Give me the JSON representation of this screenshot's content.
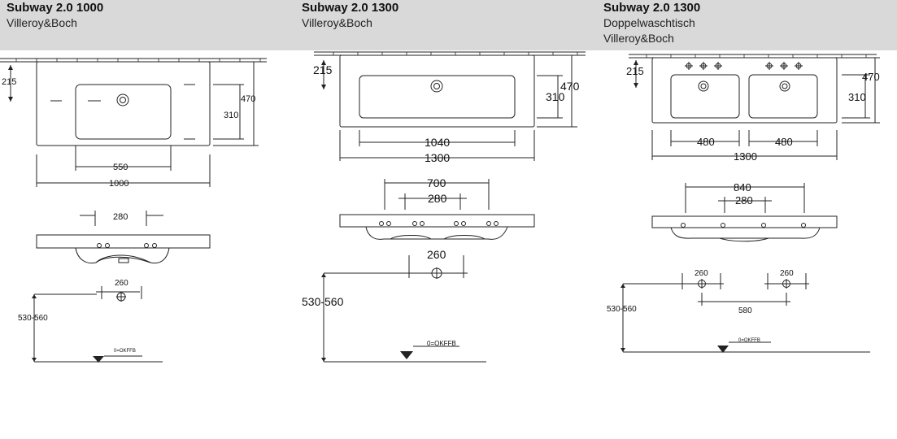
{
  "columns": [
    {
      "title": "Subway 2.0 1000",
      "lines": [
        "Villeroy&Boch"
      ]
    },
    {
      "title": "Subway 2.0 1300",
      "lines": [
        "Villeroy&Boch"
      ]
    },
    {
      "title": "Subway 2.0 1300",
      "lines": [
        "Doppelwaschtisch",
        "Villeroy&Boch"
      ]
    }
  ],
  "drawings": {
    "d1": {
      "d215": "215",
      "d310": "310",
      "d470": "470",
      "d550": "550",
      "d1000": "1000",
      "d280": "280",
      "d260": "260",
      "height": "530-560",
      "floor": "0=OKFFB"
    },
    "d2": {
      "d215": "215",
      "d310": "310",
      "d470": "470",
      "d1040": "1040",
      "d1300": "1300",
      "d700": "700",
      "d280": "280",
      "d260": "260",
      "height": "530-560",
      "floor": "0=OKFFB"
    },
    "d3": {
      "d215": "215",
      "d310": "310",
      "d470": "470",
      "d480a": "480",
      "d480b": "480",
      "d1300": "1300",
      "d840": "840",
      "d280": "280",
      "d260a": "260",
      "d260b": "260",
      "d580": "580",
      "height": "530-560",
      "floor": "0=OKFFB"
    }
  }
}
